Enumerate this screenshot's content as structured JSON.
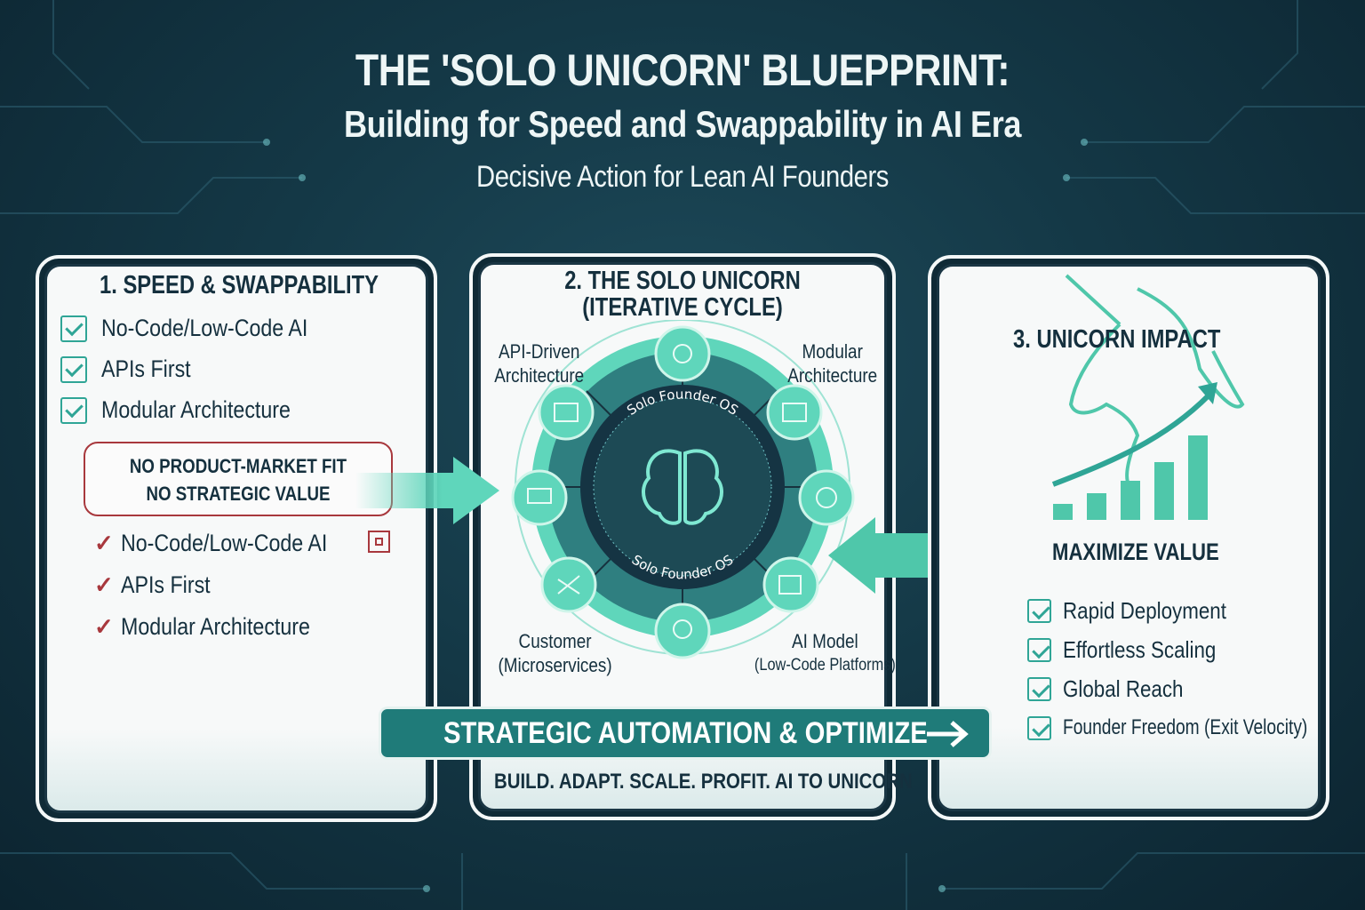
{
  "header": {
    "title": "THE 'SOLO UNICORN' BLUEPPRINT:",
    "subtitle": "Building for Speed and Swappability in AI Era",
    "tagline": "Decisive Action for Lean AI Founders"
  },
  "panel1": {
    "heading": "1. SPEED & SWAPPABILITY",
    "checklist": [
      "No-Code/Low-Code AI",
      "APIs First",
      "Modular Architecture"
    ],
    "warning": [
      "NO PRODUCT-MARKET FIT",
      "NO STRATEGIC VALUE"
    ],
    "ticklist": [
      "No-Code/Low-Code AI",
      "APIs First",
      "Modular Architecture"
    ]
  },
  "panel2": {
    "heading": [
      "2. THE SOLO UNICORN",
      "(ITERATIVE CYCLE)"
    ],
    "labels": {
      "top_left": [
        "API-Driven",
        "Architecture"
      ],
      "top_right": [
        "Modular",
        "Architecture"
      ],
      "bottom_left": [
        "Customer",
        "(Microservices)"
      ],
      "bottom_right": [
        "AI Model",
        "(Low-Code Platforms)"
      ]
    },
    "core_text_top": "Solo Founder OS",
    "core_text_bottom": "Solo Founder OS",
    "motto": "BUILD. ADAPT. SCALE. PROFIT. AI TO UNICORN"
  },
  "banner": {
    "label": "STRATEGIC AUTOMATION & OPTIMIZE"
  },
  "panel3": {
    "heading": "3. UNICORN IMPACT",
    "subheading": "MAXIMIZE VALUE",
    "checklist": [
      "Rapid Deployment",
      "Effortless Scaling",
      "Global Reach",
      "Founder Freedom (Exit Velocity)"
    ]
  },
  "colors": {
    "background": "#143846",
    "teal": "#4fd1b5",
    "teal_dark": "#1f7b79",
    "warning": "#a8383d",
    "text": "#15303e"
  }
}
